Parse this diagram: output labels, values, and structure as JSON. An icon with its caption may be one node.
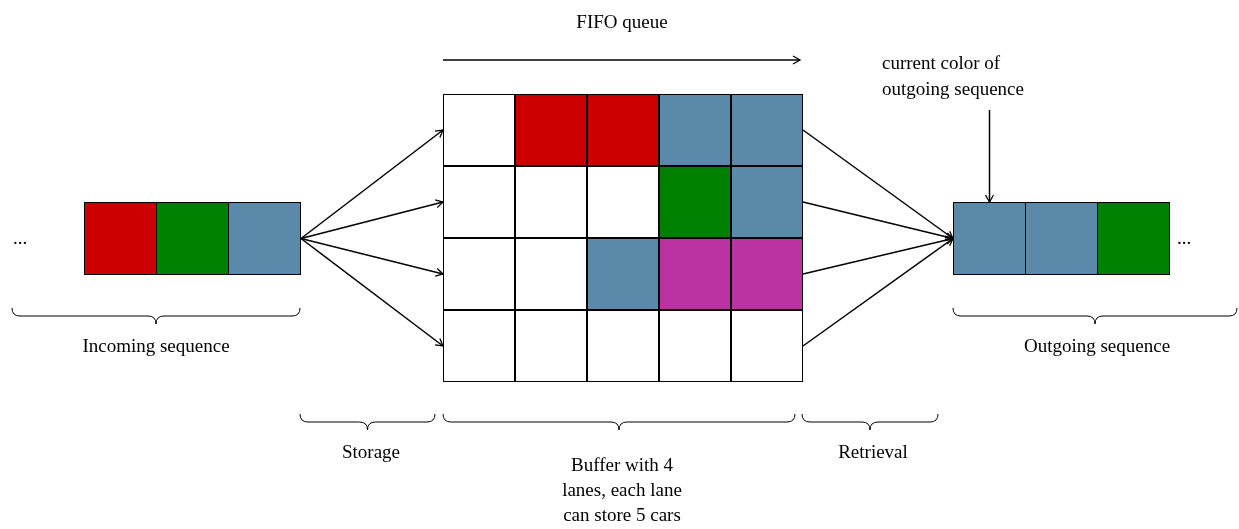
{
  "diagram": {
    "nodes": [
      {
        "text": [],
        "shape": "box"
      },
      {
        "text": [],
        "shape": "box"
      },
      {
        "text": [],
        "shape": "box"
      },
      {
        "text": [],
        "shape": "box"
      },
      {
        "text": [],
        "shape": "box",
        "in": 3
      },
      {
        "text": [],
        "shape": "box",
        "in": 3
      },
      {
        "text": [],
        "shape": "box",
        "in": 3
      },
      {
        "text": [],
        "shape": "box",
        "in": 3
      },
      {
        "text": [],
        "shape": "box",
        "in": 3
      },
      {
        "text": [],
        "shape": "box"
      },
      {
        "text": [],
        "shape": "box",
        "in": 9
      },
      {
        "text": [],
        "shape": "box",
        "in": 9
      },
      {
        "text": [],
        "shape": "box",
        "in": 9
      },
      {
        "text": [],
        "shape": "box",
        "in": 9
      },
      {
        "text": [],
        "shape": "box",
        "in": 9
      },
      {
        "text": [],
        "shape": "box"
      },
      {
        "text": [],
        "shape": "box",
        "in": 15
      },
      {
        "text": [],
        "shape": "box",
        "in": 15
      },
      {
        "text": [],
        "shape": "box",
        "in": 15
      },
      {
        "text": [],
        "shape": "box",
        "in": 15
      },
      {
        "text": [],
        "shape": "box",
        "in": 15
      },
      {
        "text": [],
        "shape": "box"
      },
      {
        "text": [],
        "shape": "box",
        "in": 21
      },
      {
        "text": [],
        "shape": "box",
        "in": 21
      },
      {
        "text": [],
        "shape": "box",
        "in": 21
      },
      {
        "text": [],
        "shape": "box",
        "in": 21
      },
      {
        "text": [],
        "shape": "box",
        "in": 21
      },
      {
        "text": [],
        "shape": "box"
      },
      {
        "text": [],
        "shape": "box"
      },
      {
        "text": [],
        "shape": "box"
      },
      {
        "text": [
          "current color of outgoing sequence"
        ]
      }
    ],
    "edges": [
      {
        "from": 2,
        "to": 3,
        "arrow": "to"
      },
      {
        "from": 2,
        "to": 9,
        "arrow": "to"
      },
      {
        "from": 2,
        "to": 15,
        "arrow": "to"
      },
      {
        "from": 2,
        "to": 21,
        "arrow": "to"
      },
      {
        "from": 3,
        "to": 27,
        "arrow": "to"
      },
      {
        "from": 9,
        "to": 27,
        "arrow": "to"
      },
      {
        "from": 15,
        "to": 27,
        "arrow": "to"
      },
      {
        "from": 21,
        "to": 27,
        "arrow": "to"
      },
      {
        "from": 30,
        "to": 27,
        "arrow": "to"
      }
    ],
    "labels": [
      "FIFO queue",
      "...",
      "...",
      "Incoming sequence",
      "Outgoing sequence",
      "Storage",
      "Buffer with 4 lanes, each lane can store 5 cars",
      "Retrieval"
    ]
  }
}
